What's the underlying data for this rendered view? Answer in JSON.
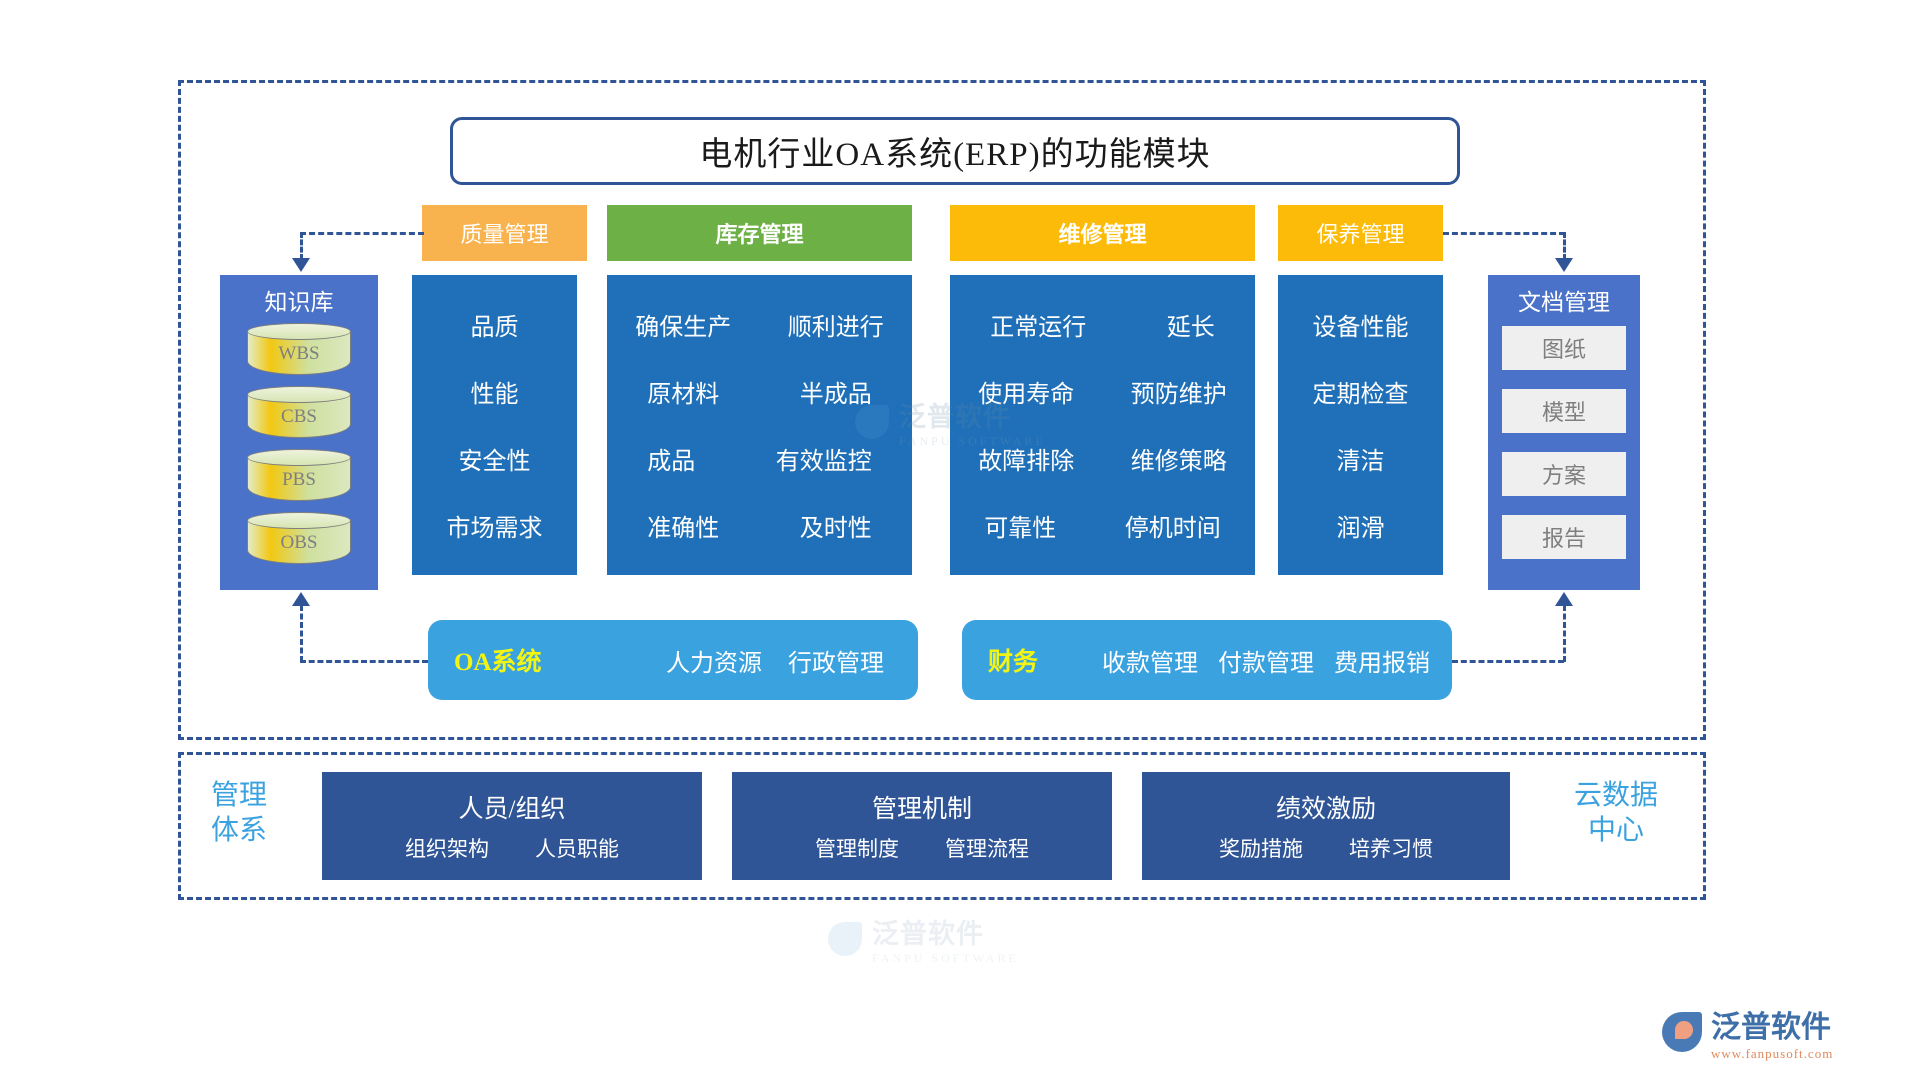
{
  "title": "电机行业OA系统(ERP)的功能模块",
  "categories": {
    "quality": "质量管理",
    "inventory": "库存管理",
    "repair": "维修管理",
    "upkeep": "保养管理"
  },
  "panels": {
    "quality": {
      "rows": [
        [
          "品质"
        ],
        [
          "性能"
        ],
        [
          "安全性"
        ],
        [
          "市场需求"
        ]
      ]
    },
    "inventory": {
      "rows": [
        [
          "确保生产",
          "顺利进行"
        ],
        [
          "原材料",
          "半成品"
        ],
        [
          "成品",
          "有效监控"
        ],
        [
          "准确性",
          "及时性"
        ]
      ]
    },
    "repair": {
      "rows": [
        [
          "正常运行",
          "延长"
        ],
        [
          "使用寿命",
          "预防维护"
        ],
        [
          "故障排除",
          "维修策略"
        ],
        [
          "可靠性",
          "停机时间"
        ]
      ]
    },
    "upkeep": {
      "rows": [
        [
          "设备性能"
        ],
        [
          "定期检查"
        ],
        [
          "清洁"
        ],
        [
          "润滑"
        ]
      ]
    }
  },
  "knowledge_base": {
    "title": "知识库",
    "items": [
      "WBS",
      "CBS",
      "PBS",
      "OBS"
    ]
  },
  "document_management": {
    "title": "文档管理",
    "items": [
      "图纸",
      "模型",
      "方案",
      "报告"
    ]
  },
  "oa_bar": {
    "accent": "OA系统",
    "items": [
      "人力资源",
      "行政管理"
    ]
  },
  "finance_bar": {
    "accent": "财务",
    "items": [
      "收款管理",
      "付款管理",
      "费用报销"
    ]
  },
  "bottom": {
    "left_label": "管理\n体系",
    "left_label_line1": "管理",
    "left_label_line2": "体系",
    "right_label_line1": "云数据",
    "right_label_line2": "中心",
    "cards": [
      {
        "head": "人员/组织",
        "subs": [
          "组织架构",
          "人员职能"
        ]
      },
      {
        "head": "管理机制",
        "subs": [
          "管理制度",
          "管理流程"
        ]
      },
      {
        "head": "绩效激励",
        "subs": [
          "奖励措施",
          "培养习惯"
        ]
      }
    ]
  },
  "watermark": {
    "text": "泛普软件",
    "sub": "FANPU SOFTWARE"
  },
  "brand": {
    "name": "泛普软件",
    "url": "www.fanpusoft.com"
  },
  "colors": {
    "frame": "#2f5596",
    "panel_blue": "#1f70b8",
    "kb_blue": "#4a72c8",
    "quality_orange": "#f9b34e",
    "inventory_green": "#6db045",
    "repair_yellow": "#fcbb09",
    "soft_blue": "#3ba2e0",
    "accent_yellow": "#f2f514",
    "mgmt_navy": "#2f5596"
  }
}
